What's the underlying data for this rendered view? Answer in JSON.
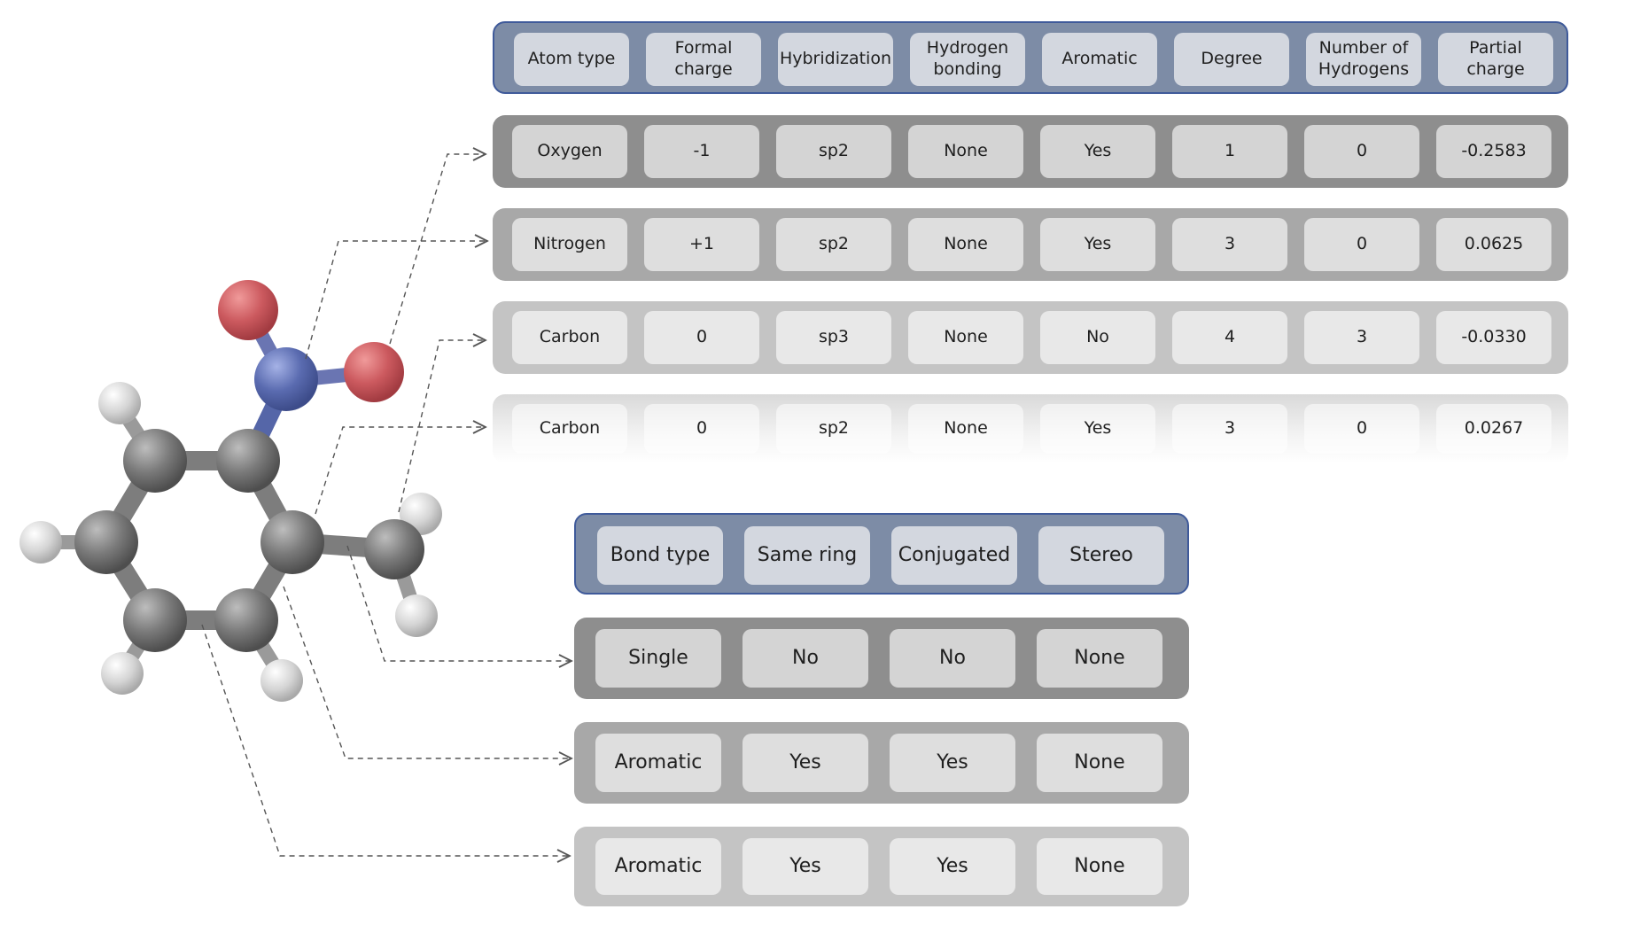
{
  "atom_table": {
    "headers": [
      "Atom type",
      "Formal\ncharge",
      "Hybridization",
      "Hydrogen\nbonding",
      "Aromatic",
      "Degree",
      "Number of\nHydrogens",
      "Partial\ncharge"
    ],
    "rows": [
      [
        "Oxygen",
        "-1",
        "sp2",
        "None",
        "Yes",
        "1",
        "0",
        "-0.2583"
      ],
      [
        "Nitrogen",
        "+1",
        "sp2",
        "None",
        "Yes",
        "3",
        "0",
        "0.0625"
      ],
      [
        "Carbon",
        "0",
        "sp3",
        "None",
        "No",
        "4",
        "3",
        "-0.0330"
      ],
      [
        "Carbon",
        "0",
        "sp2",
        "None",
        "Yes",
        "3",
        "0",
        "0.0267"
      ]
    ]
  },
  "bond_table": {
    "headers": [
      "Bond type",
      "Same ring",
      "Conjugated",
      "Stereo"
    ],
    "rows": [
      [
        "Single",
        "No",
        "No",
        "None"
      ],
      [
        "Aromatic",
        "Yes",
        "Yes",
        "None"
      ],
      [
        "Aromatic",
        "Yes",
        "Yes",
        "None"
      ]
    ]
  },
  "colors": {
    "header_fill": "#7d8ca6",
    "header_border": "#3f5a9a",
    "oxygen": "#c9545a",
    "nitrogen": "#5566a8",
    "carbon": "#6f6f6f",
    "hydrogen": "#d6d6d6"
  }
}
